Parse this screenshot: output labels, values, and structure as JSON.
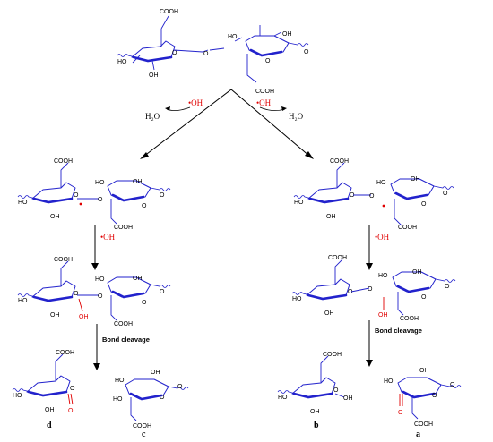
{
  "figure": {
    "reagents": {
      "oh_radical": "•OH",
      "oh_plain": "OH",
      "water": "H₂O"
    },
    "atoms": {
      "cooh": "COOH",
      "ho": "HO",
      "oh": "OH",
      "o": "O"
    },
    "steps": {
      "bond_cleavage": "Bond cleavage"
    },
    "products": {
      "a": "a",
      "b": "b",
      "c": "c",
      "d": "d"
    }
  },
  "colors": {
    "structure": "#2222cc",
    "radical_and_new_groups": "#e00000",
    "arrows": "#000000"
  }
}
